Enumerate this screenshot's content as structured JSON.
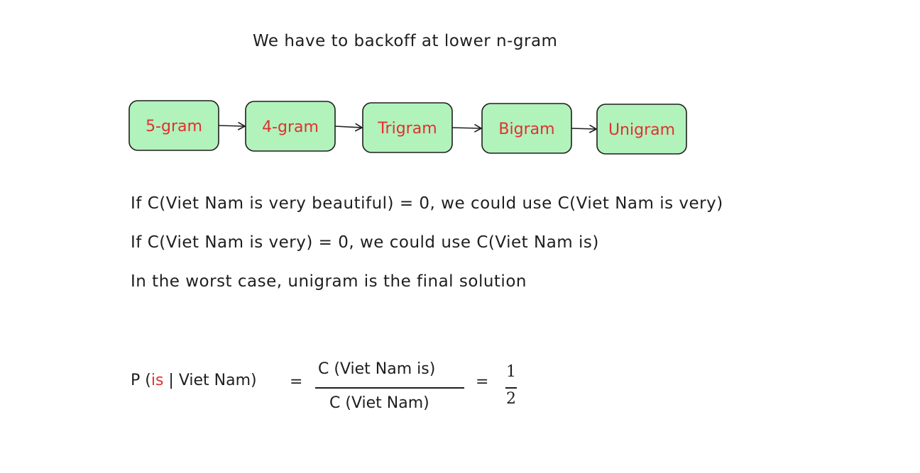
{
  "title": "We have to backoff at lower n-gram",
  "chain": {
    "nodes": [
      "5-gram",
      "4-gram",
      "Trigram",
      "Bigram",
      "Unigram"
    ],
    "node_fill": "#b2f2bb",
    "node_stroke": "#1e1e1e",
    "label_color": "#e03131"
  },
  "lines": [
    "If C(Viet Nam is very beautiful) = 0, we could use C(Viet Nam is very)",
    "If C(Viet Nam is very) = 0, we could use C(Viet Nam is)",
    "In the worst case, unigram is the final solution"
  ],
  "formula": {
    "lhs_prefix": "P (",
    "lhs_highlight": "is",
    "lhs_suffix": " | Viet Nam)",
    "equals": "=",
    "numerator": "C (Viet Nam is)",
    "denominator": "C (Viet Nam)",
    "result_numerator": "1",
    "result_denominator": "2"
  }
}
